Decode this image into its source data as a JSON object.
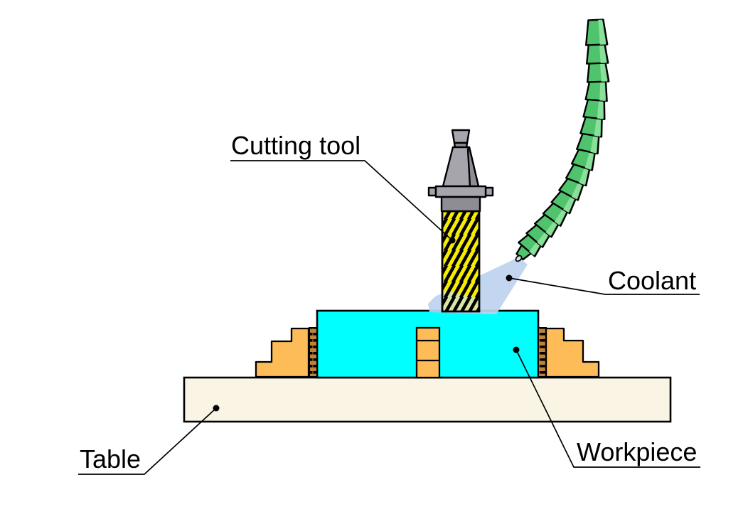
{
  "diagram": {
    "labels": {
      "cutting_tool": "Cutting tool",
      "coolant": "Coolant",
      "workpiece": "Workpiece",
      "table": "Table"
    },
    "colors": {
      "background": "#FFFFFF",
      "workpiece": "#00FFFF",
      "fixture_orange": "#FDBC57",
      "serrated_strip": "#BE8136",
      "table": "#FAF4E4",
      "tool_yellow": "#F6EC00",
      "tool_wet": "#D9E5A2",
      "holder_gray": "#A6A5AD",
      "holder_gray_dark": "#8E8D96",
      "hose_green": "#4FC46D",
      "hose_green_light": "#8ADF9B",
      "coolant_spray": "#BDD2EF",
      "nozzle_tip": "#DCE4EE",
      "outline": "#000000"
    }
  }
}
